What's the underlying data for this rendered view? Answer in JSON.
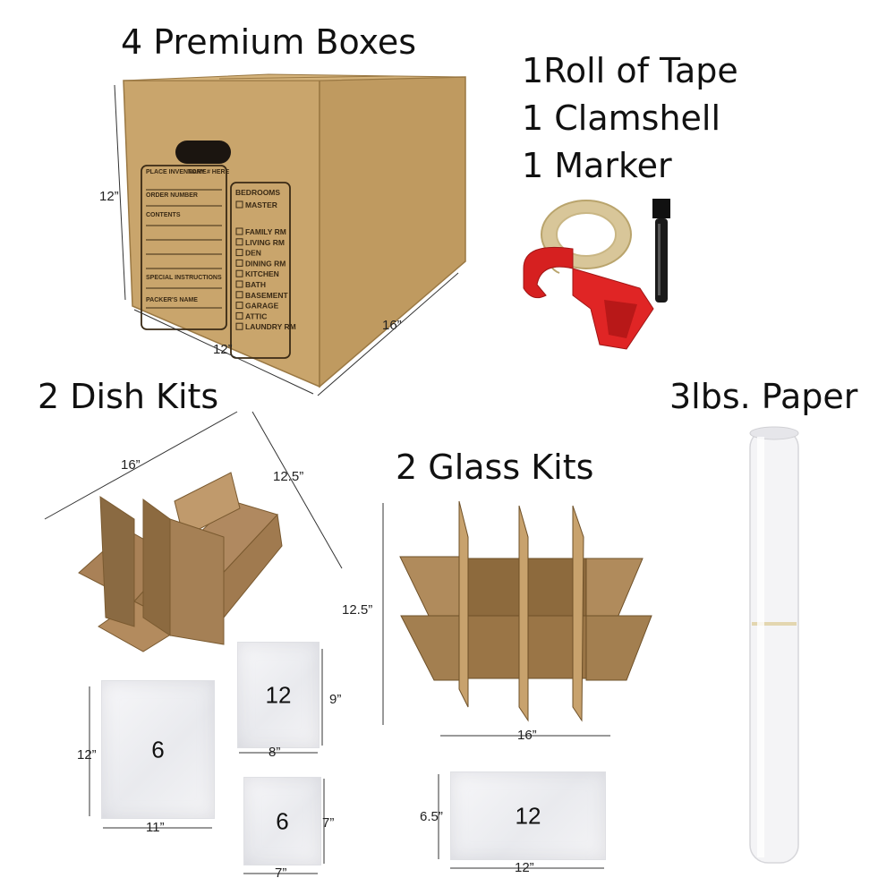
{
  "titles": {
    "boxes": "4 Premium Boxes",
    "tape": "1Roll of Tape",
    "clamshell": "1 Clamshell",
    "marker": "1 Marker",
    "dish_kits": "2 Dish Kits",
    "glass_kits": "2 Glass Kits",
    "paper": "3lbs. Paper"
  },
  "box": {
    "height": "12”",
    "width": "12”",
    "depth": "16”",
    "label_fields": [
      "PLACE INVENTORY # HERE",
      "NAME",
      "ORDER NUMBER",
      "CONTENTS",
      "SPECIAL INSTRUCTIONS",
      "PACKER'S NAME"
    ],
    "rooms_heading": "BEDROOMS",
    "rooms": [
      "MASTER",
      "FAMILY RM",
      "LIVING RM",
      "DEN",
      "DINING RM",
      "KITCHEN",
      "BATH",
      "BASEMENT",
      "GARAGE",
      "ATTIC",
      "LAUNDRY RM"
    ]
  },
  "dish_kit": {
    "width": "16”",
    "depth": "12.5”"
  },
  "glass_kit": {
    "height": "12.5”",
    "width": "16”"
  },
  "foam_pouches": [
    {
      "count": "6",
      "width": "11”",
      "height": "12”"
    },
    {
      "count": "12",
      "width": "8”",
      "height": "9”"
    },
    {
      "count": "6",
      "width": "7”",
      "height": "7”"
    },
    {
      "count": "12",
      "width": "12”",
      "height": "6.5”"
    }
  ],
  "colors": {
    "cardboard": "#c8a46b",
    "cardboard_dark": "#a8824c",
    "dispenser_red": "#d92020",
    "tape": "#d9c79a"
  }
}
